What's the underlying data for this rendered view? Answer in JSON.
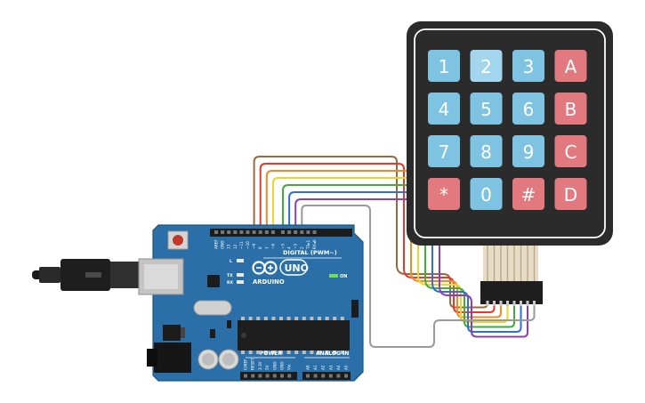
{
  "board": {
    "brand": "ARDUINO",
    "model": "UNO",
    "digital_label": "DIGITAL (PWM~)",
    "power_label": "POWER",
    "analog_label": "ANALOG IN",
    "on_label": "ON",
    "led_l": "L",
    "led_tx": "TX",
    "led_rx": "RX",
    "digital_pins": [
      "AREF",
      "GND",
      "13",
      "12",
      "~11",
      "~10",
      "~9",
      "8",
      "7",
      "~6",
      "~5",
      "4",
      "~3",
      "2",
      "TX▸1",
      "RX◂0"
    ],
    "power_pins": [
      "IOREF",
      "RESET",
      "3.3V",
      "5V",
      "GND",
      "GND",
      "Vin"
    ],
    "analog_pins": [
      "A0",
      "A1",
      "A2",
      "A3",
      "A4",
      "A5"
    ]
  },
  "keypad": {
    "keys": [
      {
        "label": "1",
        "color": "#7fc3e2"
      },
      {
        "label": "2",
        "color": "#a3d6ee"
      },
      {
        "label": "3",
        "color": "#7fc3e2"
      },
      {
        "label": "A",
        "color": "#e2797e"
      },
      {
        "label": "4",
        "color": "#7fc3e2"
      },
      {
        "label": "5",
        "color": "#7fc3e2"
      },
      {
        "label": "6",
        "color": "#7fc3e2"
      },
      {
        "label": "B",
        "color": "#e2797e"
      },
      {
        "label": "7",
        "color": "#7fc3e2"
      },
      {
        "label": "8",
        "color": "#7fc3e2"
      },
      {
        "label": "9",
        "color": "#7fc3e2"
      },
      {
        "label": "C",
        "color": "#e2797e"
      },
      {
        "label": "*",
        "color": "#e2797e"
      },
      {
        "label": "0",
        "color": "#7fc3e2"
      },
      {
        "label": "#",
        "color": "#e2797e"
      },
      {
        "label": "D",
        "color": "#e2797e"
      }
    ]
  },
  "wire_colors": [
    "#9b6a3c",
    "#e33b2e",
    "#f08a24",
    "#f1d22a",
    "#3fae3a",
    "#2e6fd8",
    "#8a3fb5",
    "#9a9a9a"
  ],
  "colors": {
    "board_blue": "#2a6fa8",
    "keypad_body": "#2b2b2b"
  }
}
